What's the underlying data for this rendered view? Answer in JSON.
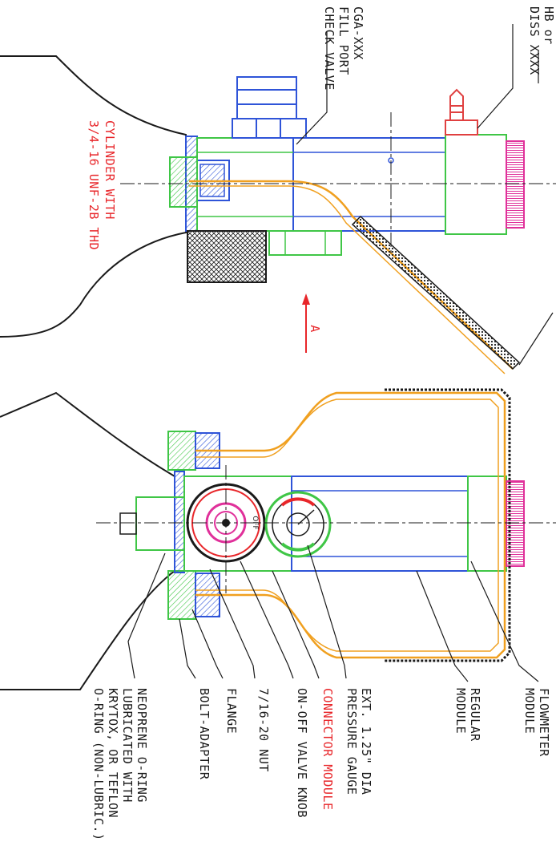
{
  "colors": {
    "outline": "#1a1a1a",
    "accent_red": "#e8262a",
    "module_blue": "#2f54d8",
    "module_green": "#3fc646",
    "tube_orange": "#f0a020",
    "knob_magenta": "#e0309a",
    "fitting_red": "#e04040",
    "background": "#ffffff"
  },
  "cylinder_thread": {
    "line1": "CYLINDER WITH",
    "line2": "3/4-16 UNF-2B THD"
  },
  "fill_port": {
    "line1": "CGA-XXX",
    "line2": "FILL PORT",
    "line3": "CHECK VALVE"
  },
  "outlet": {
    "line1": "HB or",
    "line2": "DISS XXXX"
  },
  "view_arrow": "A",
  "callouts": {
    "flowmeter": [
      "FLOWMETER",
      "MODULE"
    ],
    "regular": [
      "REGULAR",
      "MODULE"
    ],
    "gauge": [
      "EXT. 1.25\" DIA",
      "PRESSURE GAUGE"
    ],
    "connector": "CONNECTOR MODULE",
    "knob": "ON-OFF VALVE KNOB",
    "nut": "7/16-20 NUT",
    "flange": "FLANGE",
    "bolt": "BOLT-ADAPTER",
    "oring": [
      "NEOPRENE O-RING",
      "LUBRICATED WITH",
      "KRYTOX, OR TEFLON",
      "O-RING (NON-LUBRIC.)"
    ]
  },
  "gauge_face": "OFF"
}
